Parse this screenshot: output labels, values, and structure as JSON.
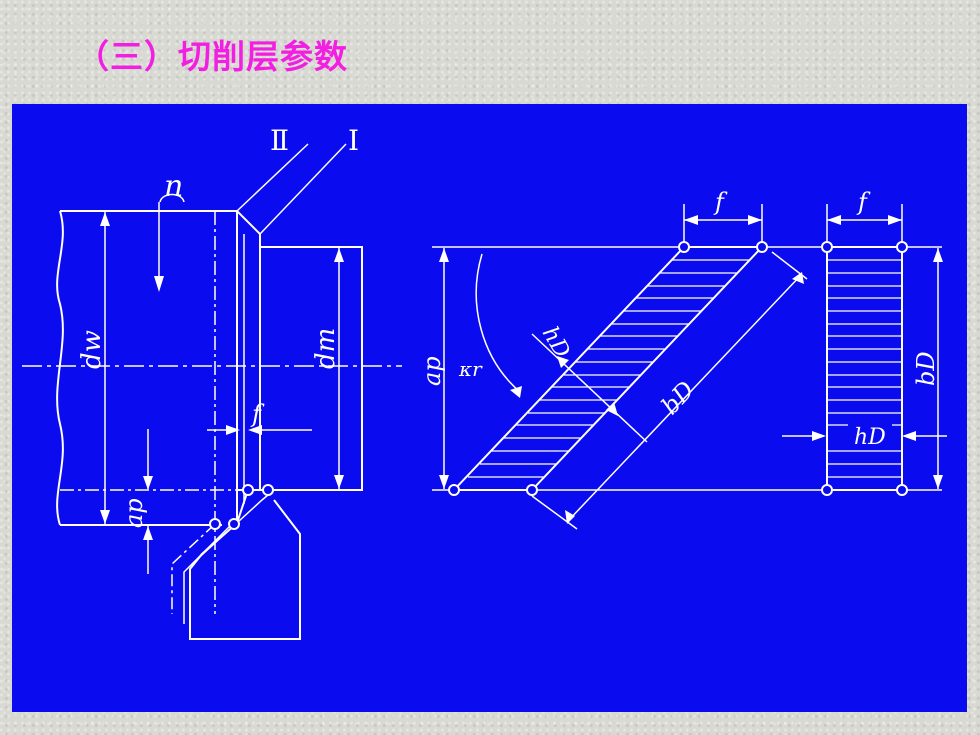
{
  "slide": {
    "title": "（三）切削层参数"
  },
  "diagram": {
    "roman_labels": {
      "II": "Ⅱ",
      "I": "Ⅰ"
    },
    "labels": {
      "n": "n",
      "dw": "dw",
      "dm": "dm",
      "f_left": "f",
      "ap_left": "ap",
      "ap_mid": "ap",
      "kr": "κr",
      "hD_mid": "hD",
      "bD_mid": "bD",
      "f_mid": "f",
      "f_right": "f",
      "bD_right": "bD",
      "hD_right": "hD"
    },
    "colors": {
      "panel": "#0b0bf0",
      "lines": "#ffffff",
      "title": "#f21ee1"
    }
  }
}
